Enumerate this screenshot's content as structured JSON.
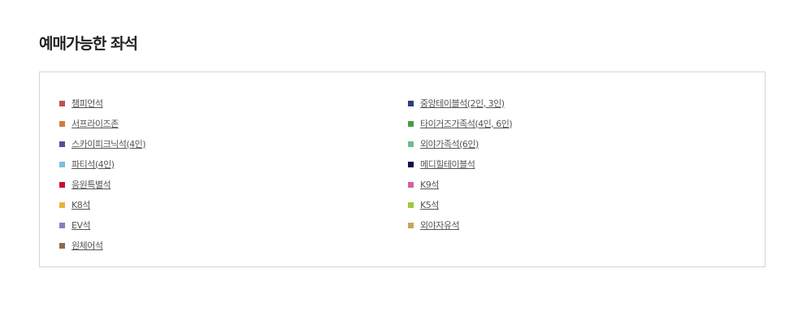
{
  "section": {
    "title": "예매가능한 좌석"
  },
  "seats": {
    "left": [
      {
        "label": "챔피언석",
        "color": "#c0504d"
      },
      {
        "label": "서프라이즈존",
        "color": "#d37a45"
      },
      {
        "label": "스카이피크닉석(4인)",
        "color": "#5a4a9e"
      },
      {
        "label": "파티석(4인)",
        "color": "#7fbcdc"
      },
      {
        "label": "응원특별석",
        "color": "#c8102e"
      },
      {
        "label": "K8석",
        "color": "#e8b43c"
      },
      {
        "label": "EV석",
        "color": "#9079c0"
      },
      {
        "label": "원체어석",
        "color": "#8c6b4f"
      }
    ],
    "right": [
      {
        "label": "중앙테이블석(2인, 3인)",
        "color": "#2e3f80"
      },
      {
        "label": "타이거즈가족석(4인, 6인)",
        "color": "#4c9a48"
      },
      {
        "label": "외야가족석(6인)",
        "color": "#6cbf8a"
      },
      {
        "label": "메디힐테이블석",
        "color": "#0a0f4d"
      },
      {
        "label": "K9석",
        "color": "#d75fa5"
      },
      {
        "label": "K5석",
        "color": "#9ccb3c"
      },
      {
        "label": "외야자유석",
        "color": "#c9a55a"
      }
    ]
  }
}
